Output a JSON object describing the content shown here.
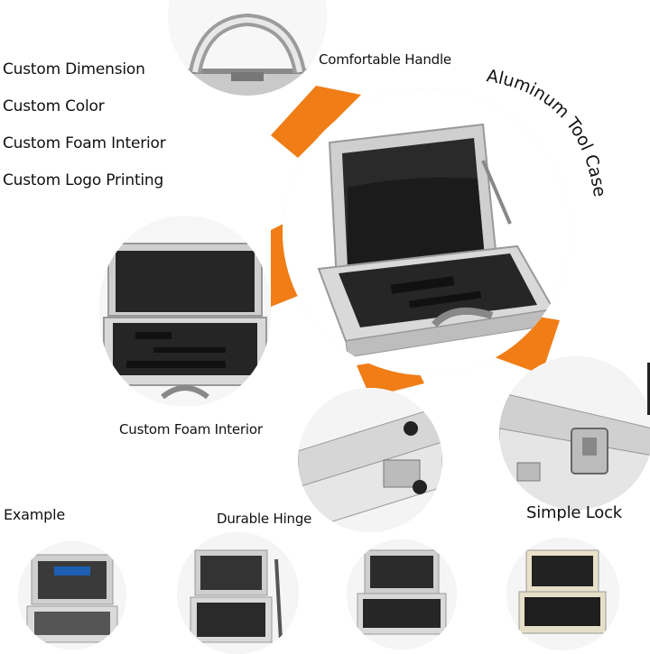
{
  "features": [
    "Custom Dimension",
    "Custom Color",
    "Custom Foam Interior",
    "Custom Logo Printing"
  ],
  "labels": {
    "handle": "Comfortable Handle",
    "foam": "Custom Foam Interior",
    "example": "Example",
    "hinge": "Durable Hinge",
    "lock": "Simple Lock"
  },
  "main_title": "Aluminum Tool Case",
  "colors": {
    "accent": "#f07d16",
    "aluminum": "#d9d9d9",
    "foam": "#262626"
  }
}
